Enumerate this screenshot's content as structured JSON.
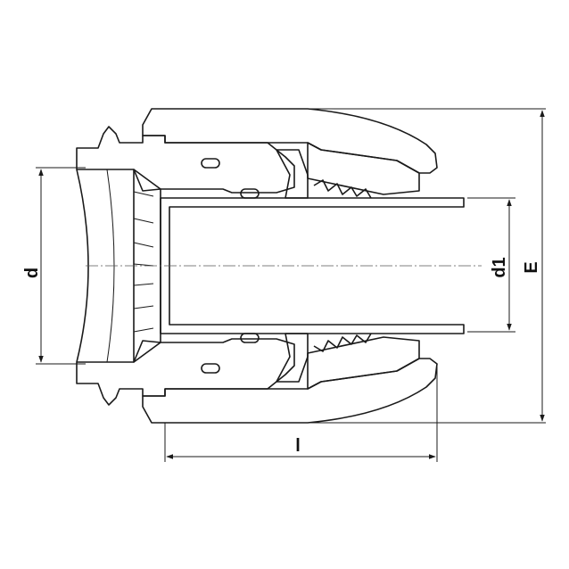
{
  "labels": {
    "d": "d",
    "d1": "d1",
    "E": "E",
    "l": "l"
  },
  "colors": {
    "line": "#1a1a1a",
    "background": "#ffffff"
  }
}
